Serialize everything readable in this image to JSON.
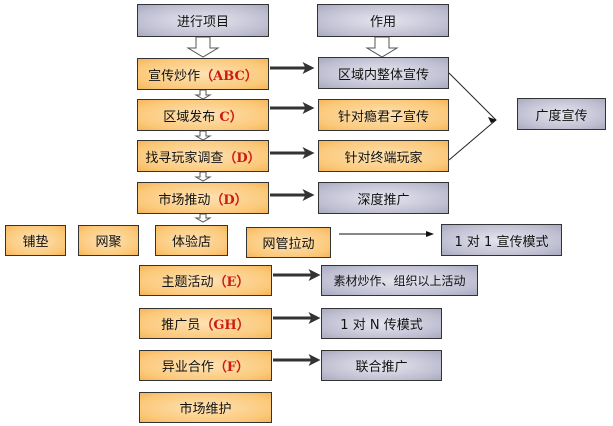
{
  "headers": {
    "projects": "进行项目",
    "effects": "作用"
  },
  "projects": [
    {
      "label": "宣传炒作",
      "code": "（ABC）"
    },
    {
      "label": "区域发布",
      "code": "C）"
    },
    {
      "label": "找寻玩家调查",
      "code": "（D）"
    },
    {
      "label": "市场推动",
      "code": "（D）"
    },
    {
      "label": "主题活动",
      "code": "（E）"
    },
    {
      "label": "推广员",
      "code": "（GH）"
    },
    {
      "label": "异业合作",
      "code": "（F）"
    },
    {
      "label": "市场维护",
      "code": ""
    }
  ],
  "sub_items": [
    "铺垫",
    "网聚",
    "体验店",
    "网管拉动"
  ],
  "effects": [
    "区域内整体宣传",
    "针对瘾君子宣传",
    "针对终端玩家",
    "深度推广",
    "1 对 1 宣传模式",
    "素材炒作、组织以上活动",
    "1 对 N 传模式",
    "联合推广"
  ],
  "summary": "广度宣传",
  "colors": {
    "orange": "#fbc878",
    "gray": "#bdbdd0",
    "code_red": "#cc1b10"
  }
}
